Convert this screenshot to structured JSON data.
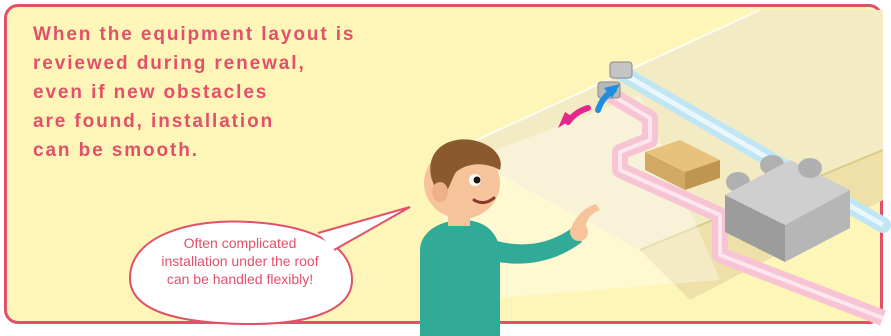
{
  "headline": {
    "lines": [
      "When the equipment layout is",
      "reviewed during renewal,",
      "even if new obstacles",
      "are found, installation",
      "can be smooth."
    ]
  },
  "speech_bubble": {
    "lines": [
      "Often complicated",
      "installation under the roof",
      "can be handled flexibly!"
    ]
  },
  "colors": {
    "accent": "#e2506a",
    "panel_background": "#fdf6b8",
    "blue_duct": "#bfe6f4",
    "pink_duct": "#f6c4d2",
    "shirt": "#32aa98",
    "skin": "#f6c39a",
    "hair": "#8a5a2e",
    "unit_gray": "#a8a8a8",
    "arrow_magenta": "#e6268a",
    "arrow_blue": "#1e8fe0"
  }
}
